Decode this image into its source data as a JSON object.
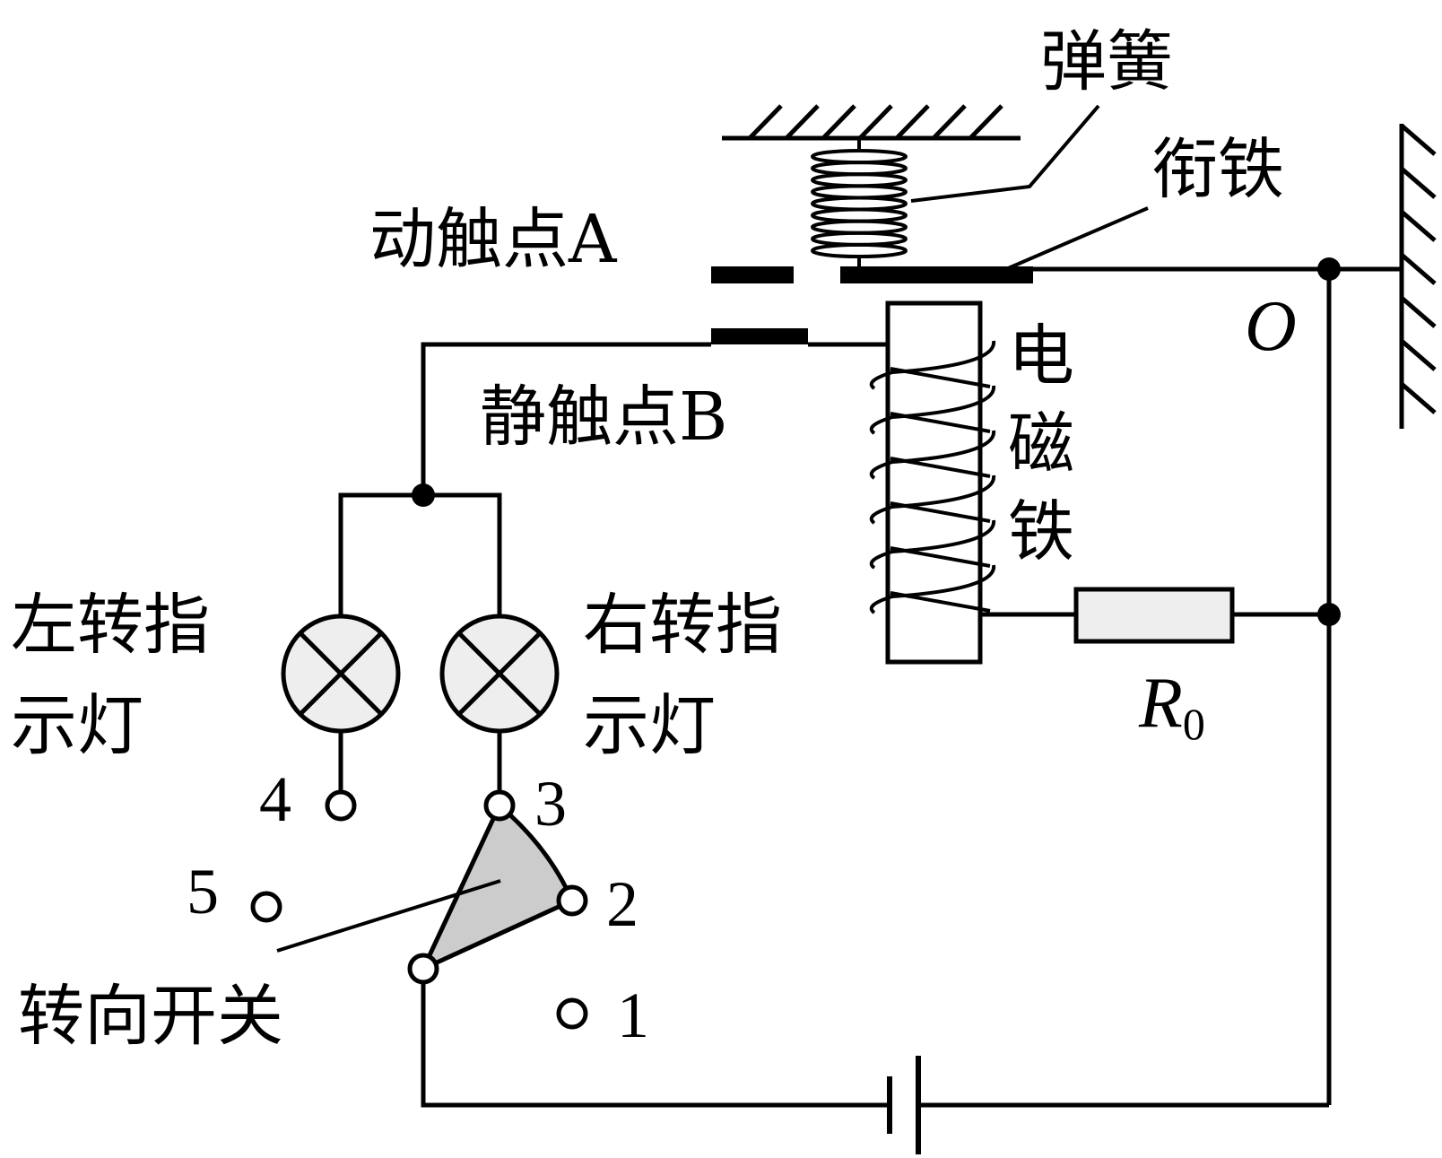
{
  "labels": {
    "spring": "弹簧",
    "armature": "衔铁",
    "moving_contact": "动触点A",
    "static_contact": "静触点B",
    "electromagnet": [
      "电",
      "磁",
      "铁"
    ],
    "pivot": "O",
    "resistor_symbol": "R",
    "resistor_subscript": "0",
    "left_lamp": [
      "左转指",
      "示灯"
    ],
    "right_lamp": [
      "右转指",
      "示灯"
    ],
    "turn_switch": "转向开关"
  },
  "switch_terminals": [
    "1",
    "2",
    "3",
    "4",
    "5"
  ],
  "colors": {
    "line": "#000000",
    "switch_fill": "#cccccc",
    "lamp_fill": "#eeeeee",
    "resistor_fill": "#eeeeee",
    "terminal_fill": "#ffffff"
  }
}
